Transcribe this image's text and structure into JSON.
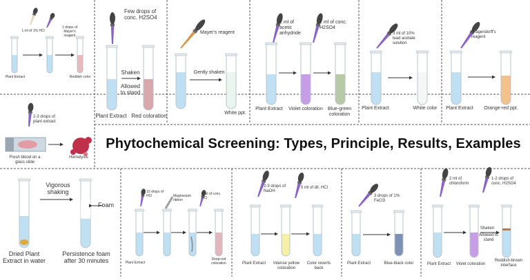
{
  "title": "Phytochemical Screening: Types, Principle, Results, Examples",
  "colors": {
    "water": "#bfe0f3",
    "red": "#d9a8ad",
    "violet": "#c79ee6",
    "blue_green": "#b7c9a6",
    "white_ppt": "#e9f5ee",
    "orange_red": "#f2c28e",
    "yellow": "#f4f1a6",
    "blue_black": "#7f92b4",
    "deep_red": "#e2b7bb",
    "reddish": "#e8b9bd",
    "dropper_purple": "#8a63c9",
    "dropper_orange": "#d39a52",
    "dropper_cream": "#e7d6b3",
    "dropper_dark": "#444444",
    "blood": "#c0304a",
    "dashed": "#555555"
  },
  "panels": {
    "p1": {
      "reagent": "1 ml of 1% HCl",
      "reagent2": "1 drops of Mayer's reagent",
      "left": "Plant Extract",
      "right": "Reddish color"
    },
    "p2": {
      "reagent": "Few drops of conc. H2SO4",
      "step": "Shaken",
      "step2": "Allowed to stand",
      "left": "Plant Extract",
      "right": "Red coloration"
    },
    "p3": {
      "reagent": "Mayer's reagent",
      "step": "Gently shaken",
      "right": "White ppt."
    },
    "p4": {
      "reagent": "2 ml of acetic anhydride",
      "reagent2": "2 ml of conc. H2SO4",
      "left": "Plant Extract",
      "mid": "Violet coloration",
      "right": "Blue-green coloration"
    },
    "p5": {
      "reagent": "3 ml of 10% lead acetate solution",
      "left": "Plant Extract",
      "right": "White color"
    },
    "p6": {
      "reagent": "Dragendorff's reagent",
      "left": "Plant Extract",
      "right": "Orange-red ppt."
    },
    "p7": {
      "reagent": "2-3 drops of plant extract",
      "left": "Fresh blood on a glass slide",
      "right": "Hemolysis"
    },
    "p8": {
      "step": "Vigorous shaking",
      "foam": "Foam",
      "left": "Dried Plant Extract in water",
      "right": "Persistence foam after 30 minutes"
    },
    "p9": {
      "reagent": "10 drops of HCl",
      "reagent2": "Magnesium ribbon",
      "reagent3": "5 ml of conc. HCl",
      "left": "Plant Extract",
      "right": "Deep-red coloration"
    },
    "p10": {
      "reagent": "2-3 drops of NaOH",
      "reagent2": "5 ml of dil. HCl",
      "left": "Plant Extract",
      "mid": "Intense yellow coloration",
      "right": "Color reverts back"
    },
    "p11": {
      "reagent": "3 drops of 1% FeCl3",
      "left": "Plant Extract",
      "right": "Blue-black color"
    },
    "p12": {
      "reagent": "2 ml of chloroform",
      "reagent2": "1-2 drops of conc. H2SO4",
      "step": "Shaken",
      "step2": "Allowed to stand",
      "left": "Plant Extract",
      "mid": "Violet coloration",
      "right": "Reddish-brown interface"
    }
  }
}
